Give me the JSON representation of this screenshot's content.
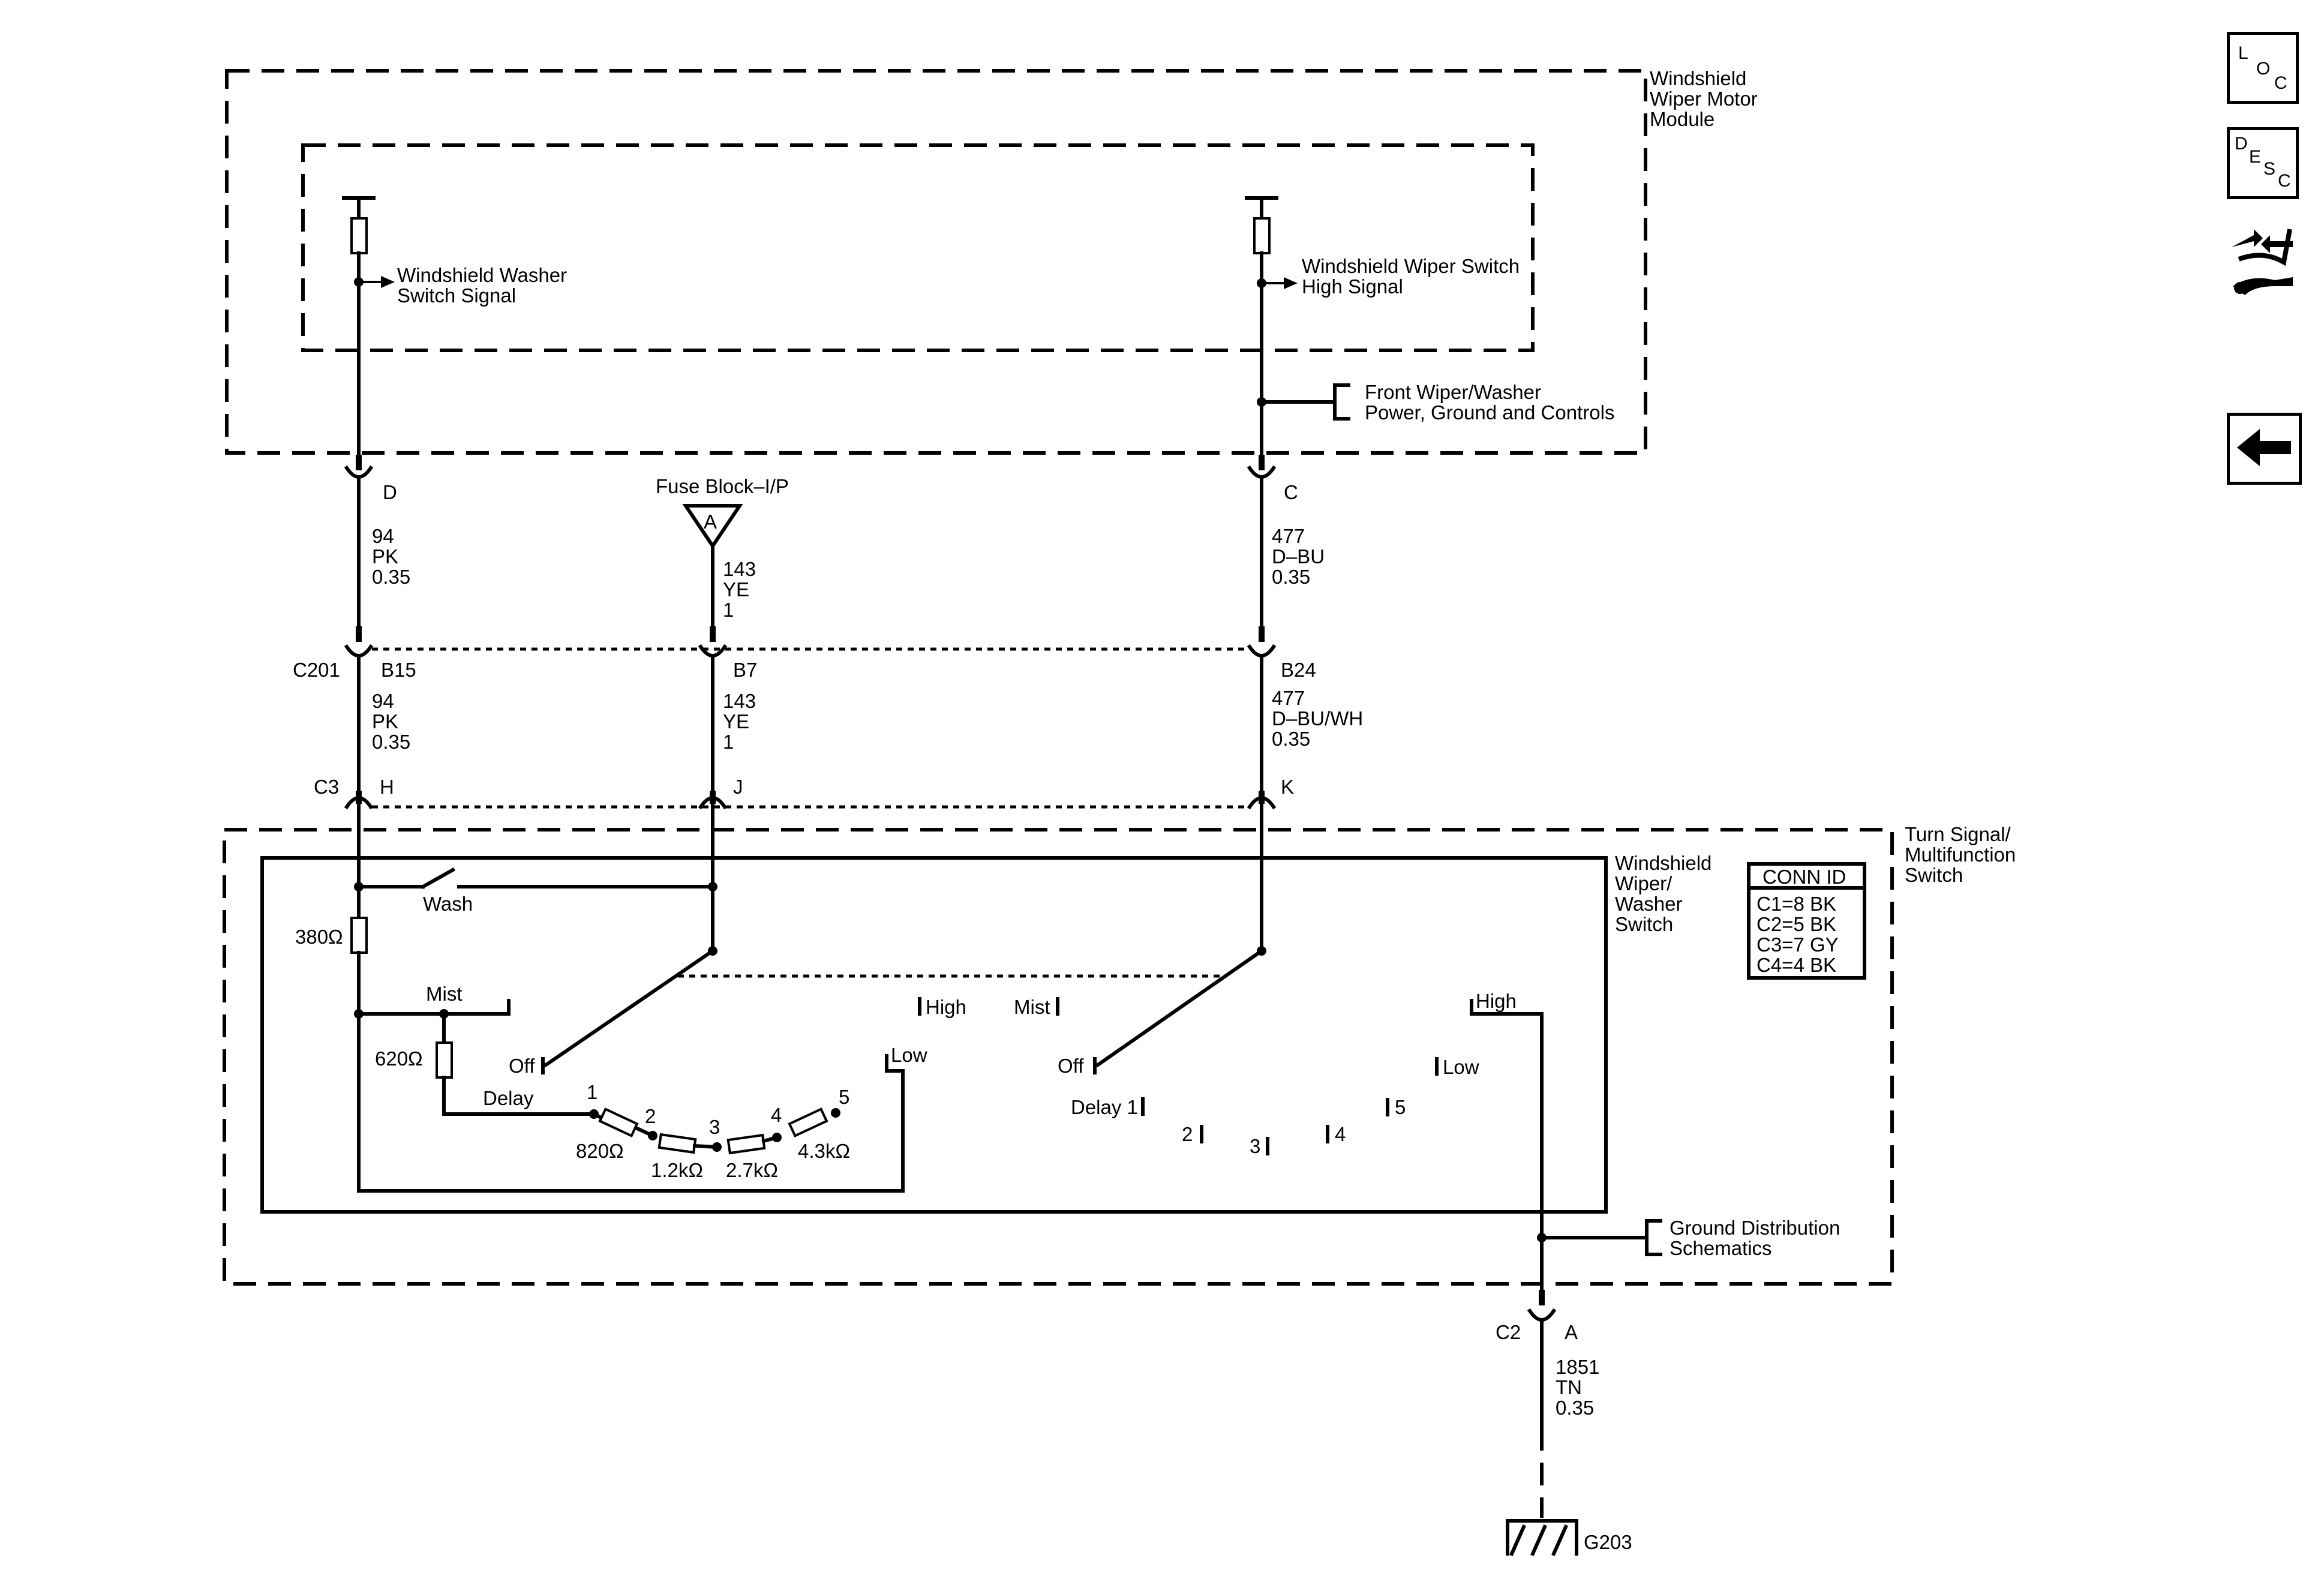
{
  "modules": {
    "wiper_motor_module": [
      "Windshield",
      "Wiper Motor",
      "Module"
    ],
    "turn_signal_switch": [
      "Turn Signal/",
      "Multifunction",
      "Switch"
    ],
    "wiper_washer_switch": [
      "Windshield",
      "Wiper/",
      "Washer",
      "Switch"
    ]
  },
  "signals": {
    "washer_signal": [
      "Windshield Washer",
      "Switch Signal"
    ],
    "high_signal": [
      "Windshield Wiper Switch",
      "High Signal"
    ],
    "front_wiper_ref": [
      "Front Wiper/Washer",
      "Power, Ground and Controls"
    ],
    "ground_ref": [
      "Ground Distribution",
      "Schematics"
    ]
  },
  "fuse_block": {
    "label": "Fuse Block–I/P",
    "pin": "A"
  },
  "connectors": {
    "D": "D",
    "C": "C",
    "C201": "C201",
    "B15": "B15",
    "B7": "B7",
    "B24": "B24",
    "C3": "C3",
    "H": "H",
    "J": "J",
    "K": "K",
    "C2": "C2",
    "A": "A"
  },
  "wires": {
    "w94_top": [
      "94",
      "PK",
      "0.35"
    ],
    "w143_top": [
      "143",
      "YE",
      "1"
    ],
    "w477_top": [
      "477",
      "D–BU",
      "0.35"
    ],
    "w94_mid": [
      "94",
      "PK",
      "0.35"
    ],
    "w143_mid": [
      "143",
      "YE",
      "1"
    ],
    "w477_mid": [
      "477",
      "D–BU/WH",
      "0.35"
    ],
    "w1851": [
      "1851",
      "TN",
      "0.35"
    ]
  },
  "switch_labels": {
    "wash": "Wash",
    "mist": "Mist",
    "mist2": "Mist",
    "off": "Off",
    "off2": "Off",
    "high": "High",
    "high2": "High",
    "low": "Low",
    "low2": "Low",
    "delay": "Delay",
    "delay1": "Delay 1",
    "n2": "2",
    "n3": "3",
    "n4": "4",
    "n5": "5"
  },
  "resistors": {
    "r380": "380Ω",
    "r620": "620Ω",
    "r820": "820Ω",
    "r1_2k": "1.2kΩ",
    "r2_7k": "2.7kΩ",
    "r4_3k": "4.3kΩ"
  },
  "taps": [
    "1",
    "2",
    "3",
    "4",
    "5"
  ],
  "conn_id": {
    "title": "CONN ID",
    "rows": [
      "C1=8 BK",
      "C2=5 BK",
      "C3=7 GY",
      "C4=4 BK"
    ]
  },
  "ground": "G203",
  "icons": {
    "loc": [
      "L",
      "O",
      "C"
    ],
    "desc": [
      "D",
      "E",
      "S",
      "C"
    ]
  }
}
